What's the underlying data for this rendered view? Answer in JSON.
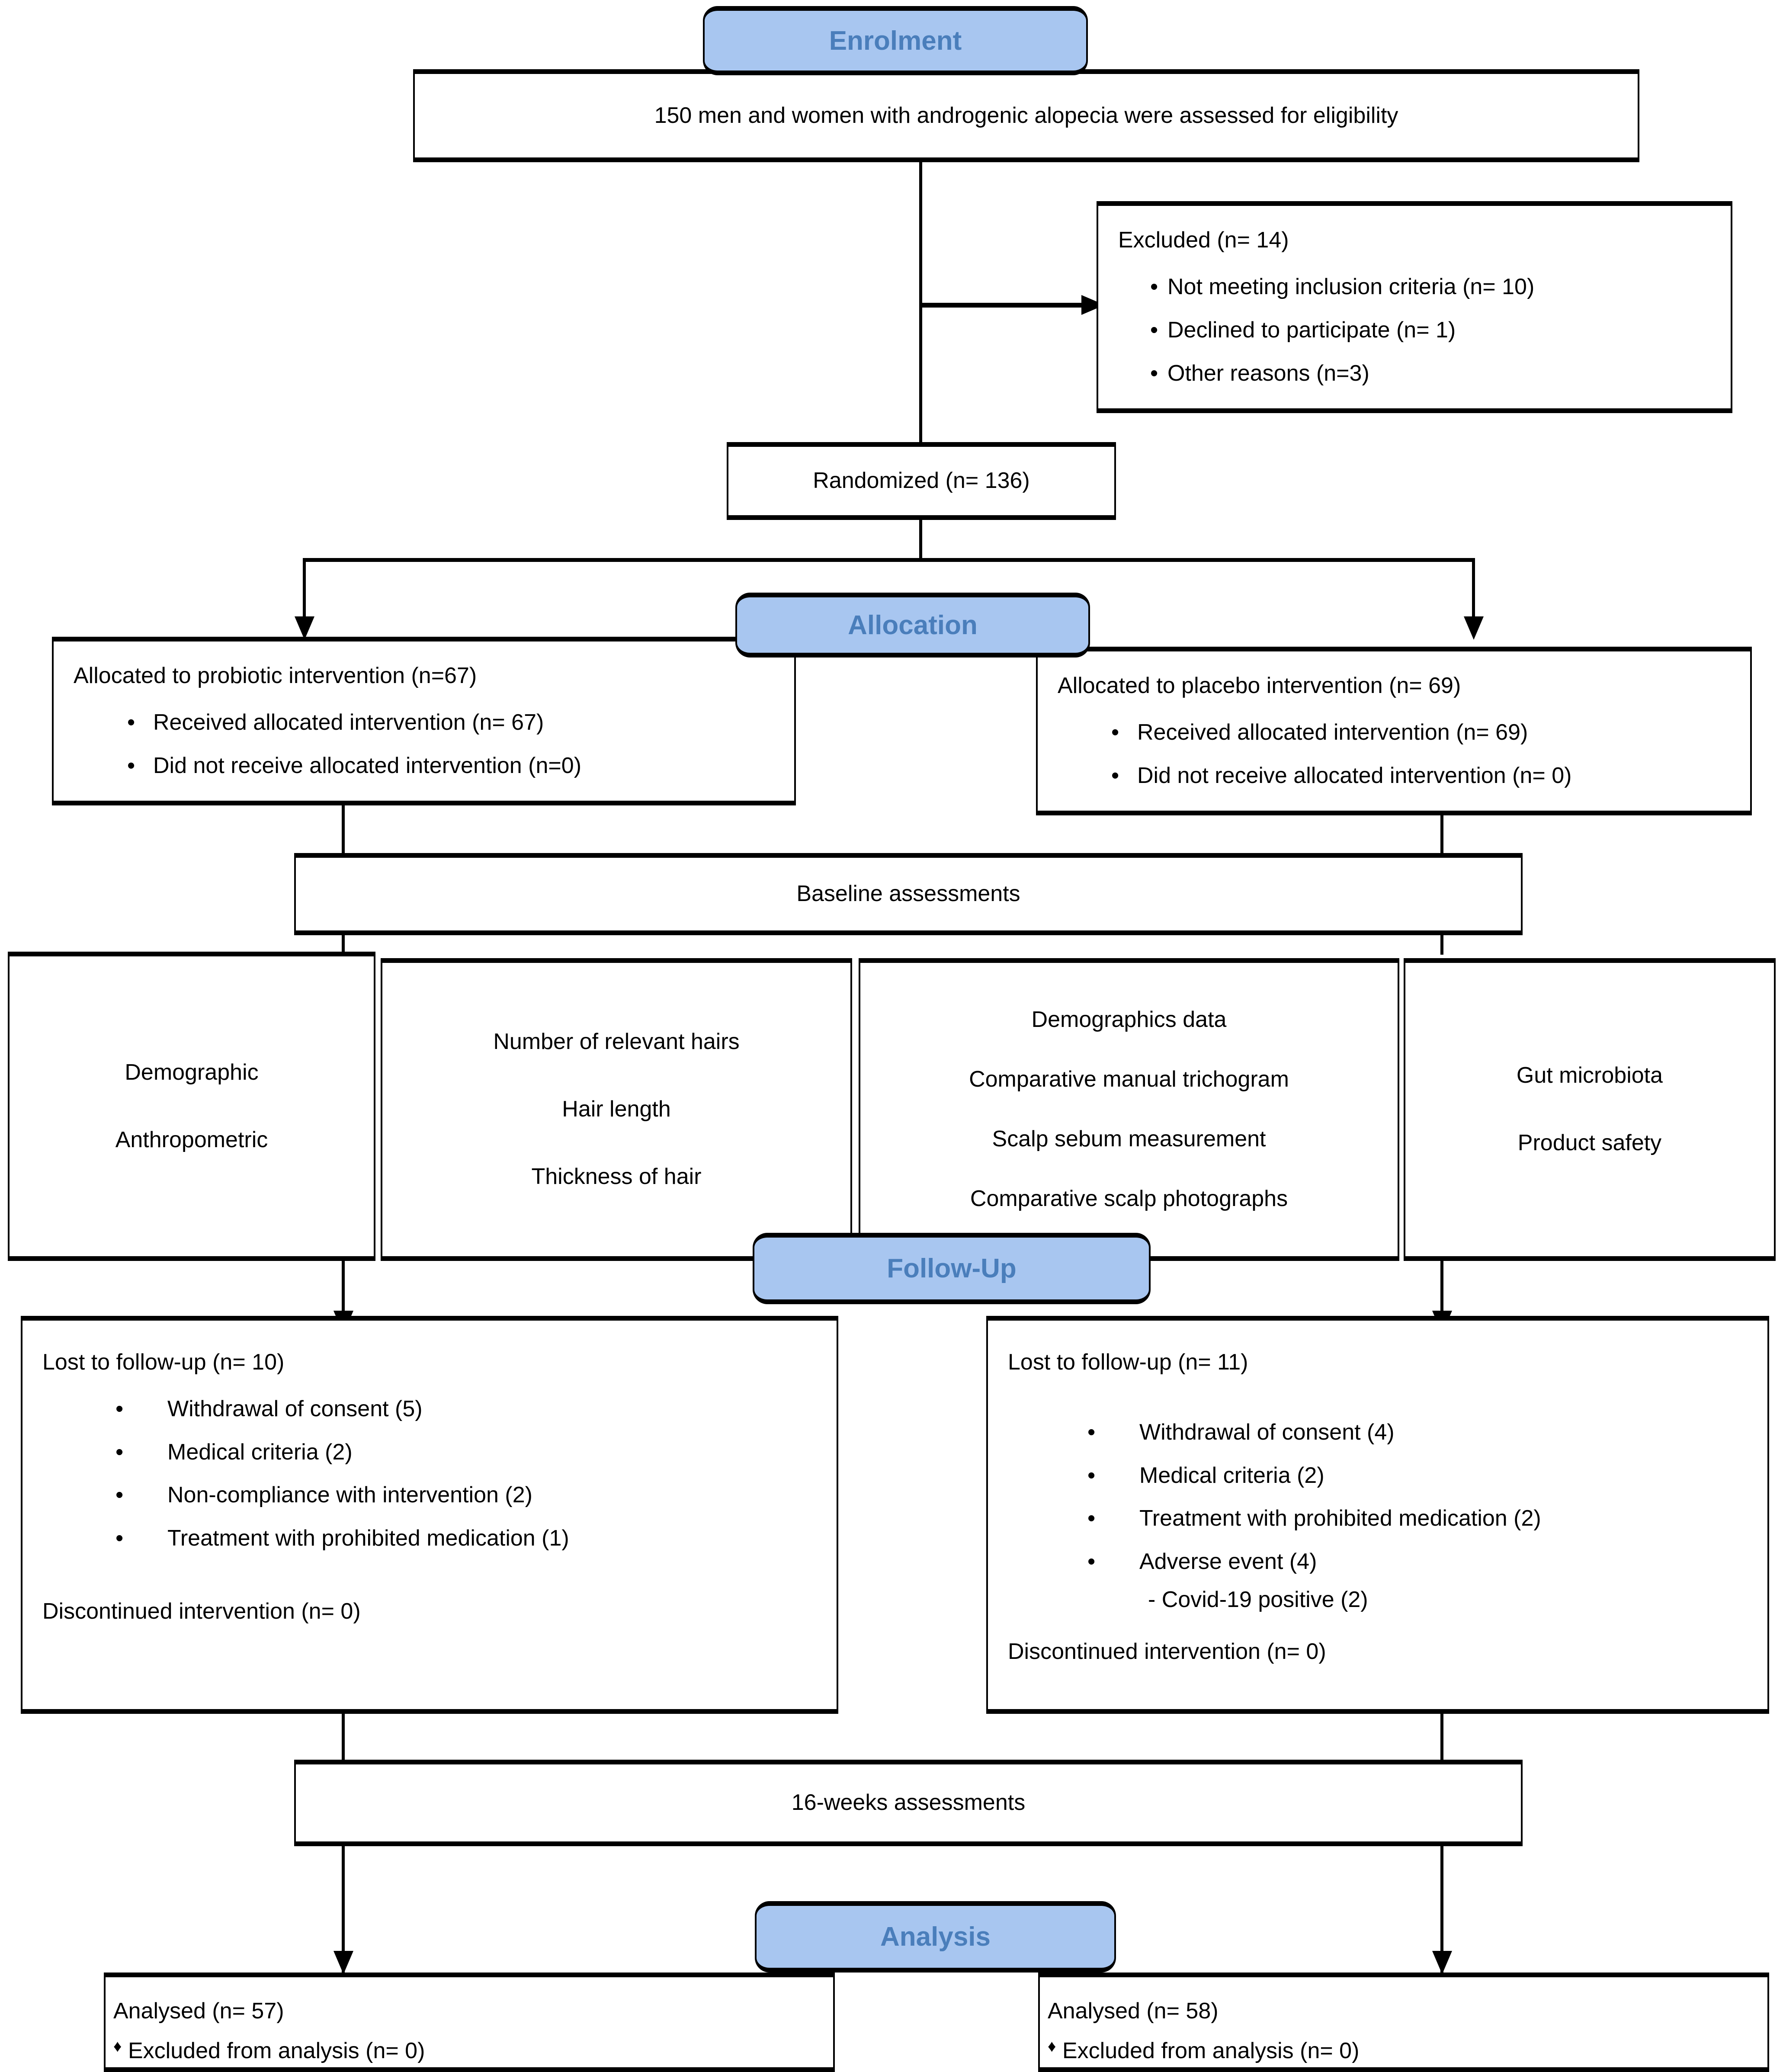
{
  "stages": {
    "enrolment": "Enrolment",
    "allocation": "Allocation",
    "followup": "Follow-Up",
    "analysis": "Analysis"
  },
  "colors": {
    "badge_fill": "#A8C6F0",
    "badge_text": "#4A7EBB",
    "line": "#000000",
    "box_fill": "#FFFFFF"
  },
  "enrolment": {
    "assessed": "150 men and women with androgenic alopecia were assessed for eligibility",
    "excluded_title": "Excluded (n= 14)",
    "excluded_items": [
      "Not meeting inclusion criteria (n= 10)",
      "Declined to participate (n= 1)",
      "Other reasons (n=3)"
    ],
    "bullet_glyph": "•",
    "randomized": "Randomized (n= 136)"
  },
  "allocation": {
    "left": {
      "title": "Allocated to probiotic intervention (n=67)",
      "items": [
        "Received allocated intervention (n= 67)",
        "Did not receive allocated intervention (n=0)"
      ]
    },
    "right": {
      "title": "Allocated to placebo intervention (n= 69)",
      "items": [
        "Received allocated intervention (n= 69)",
        "Did not receive allocated intervention (n= 0)"
      ]
    },
    "bullet_glyph": "•"
  },
  "baseline": {
    "title": "Baseline assessments",
    "panels": [
      {
        "lines": [
          "Demographic",
          "Anthropometric"
        ]
      },
      {
        "lines": [
          "Number of relevant hairs",
          "Hair length",
          "Thickness of hair"
        ]
      },
      {
        "lines": [
          "Demographics data",
          "Comparative manual trichogram",
          "Scalp sebum measurement",
          "Comparative scalp photographs"
        ]
      },
      {
        "lines": [
          "Gut microbiota",
          "Product safety"
        ]
      }
    ]
  },
  "followup": {
    "left": {
      "title": "Lost to follow-up (n= 10)",
      "items": [
        "Withdrawal of consent (5)",
        "Medical criteria (2)",
        "Non-compliance with intervention (2)",
        "Treatment with prohibited medication (1)"
      ],
      "subitems": [],
      "footer": "Discontinued intervention (n= 0)"
    },
    "right": {
      "title": "Lost to follow-up (n= 11)",
      "items": [
        "Withdrawal of consent (4)",
        "Medical criteria (2)",
        "Treatment with prohibited medication (2)",
        "Adverse event (4)"
      ],
      "subline": "- Covid-19 positive (2)",
      "footer": "Discontinued intervention (n= 0)"
    },
    "bullet_glyph": "•",
    "weeks_assessments": "16-weeks assessments"
  },
  "analysis": {
    "left": {
      "title": "Analysed (n= 57)",
      "item": "Excluded from analysis (n= 0)"
    },
    "right": {
      "title": "Analysed (n= 58)",
      "item": "Excluded from analysis (n= 0)"
    },
    "bullet_glyph": "♦"
  }
}
